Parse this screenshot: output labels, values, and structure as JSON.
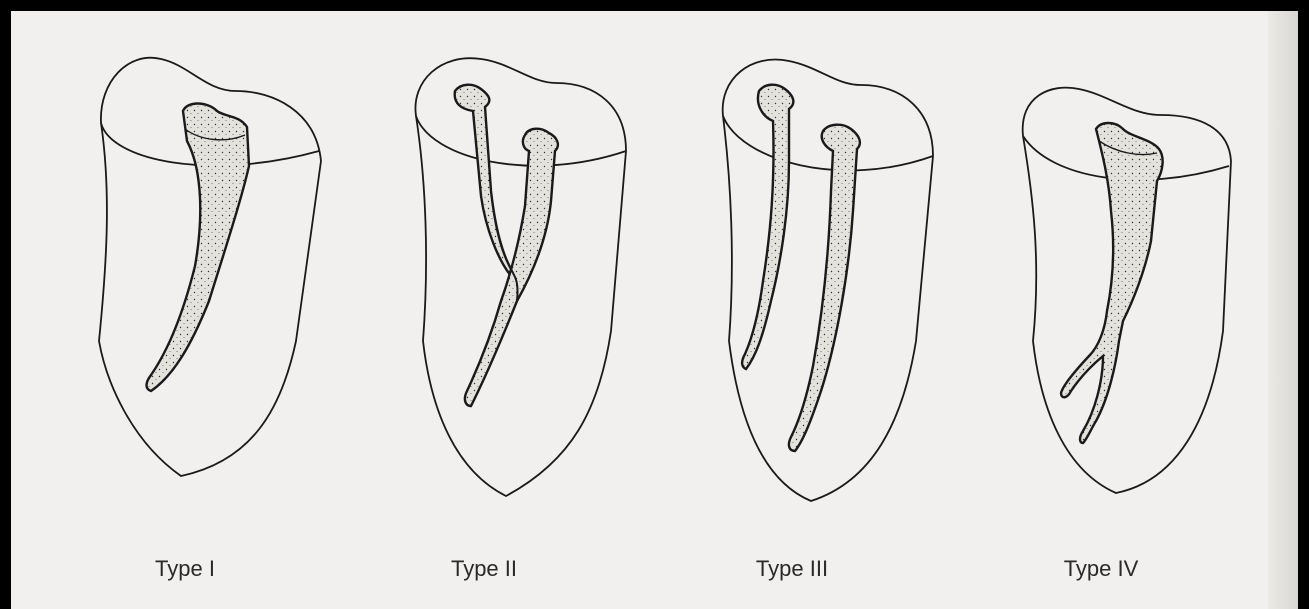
{
  "colors": {
    "border": "#000000",
    "paper": "#f1f0ee",
    "outline": "#1a1a1a",
    "canal_fill": "#e4e2dd",
    "caption": "#2a2a2a"
  },
  "captions": [
    {
      "label": "Type I"
    },
    {
      "label": "Type II"
    },
    {
      "label": "Type III"
    },
    {
      "label": "Type IV"
    }
  ]
}
